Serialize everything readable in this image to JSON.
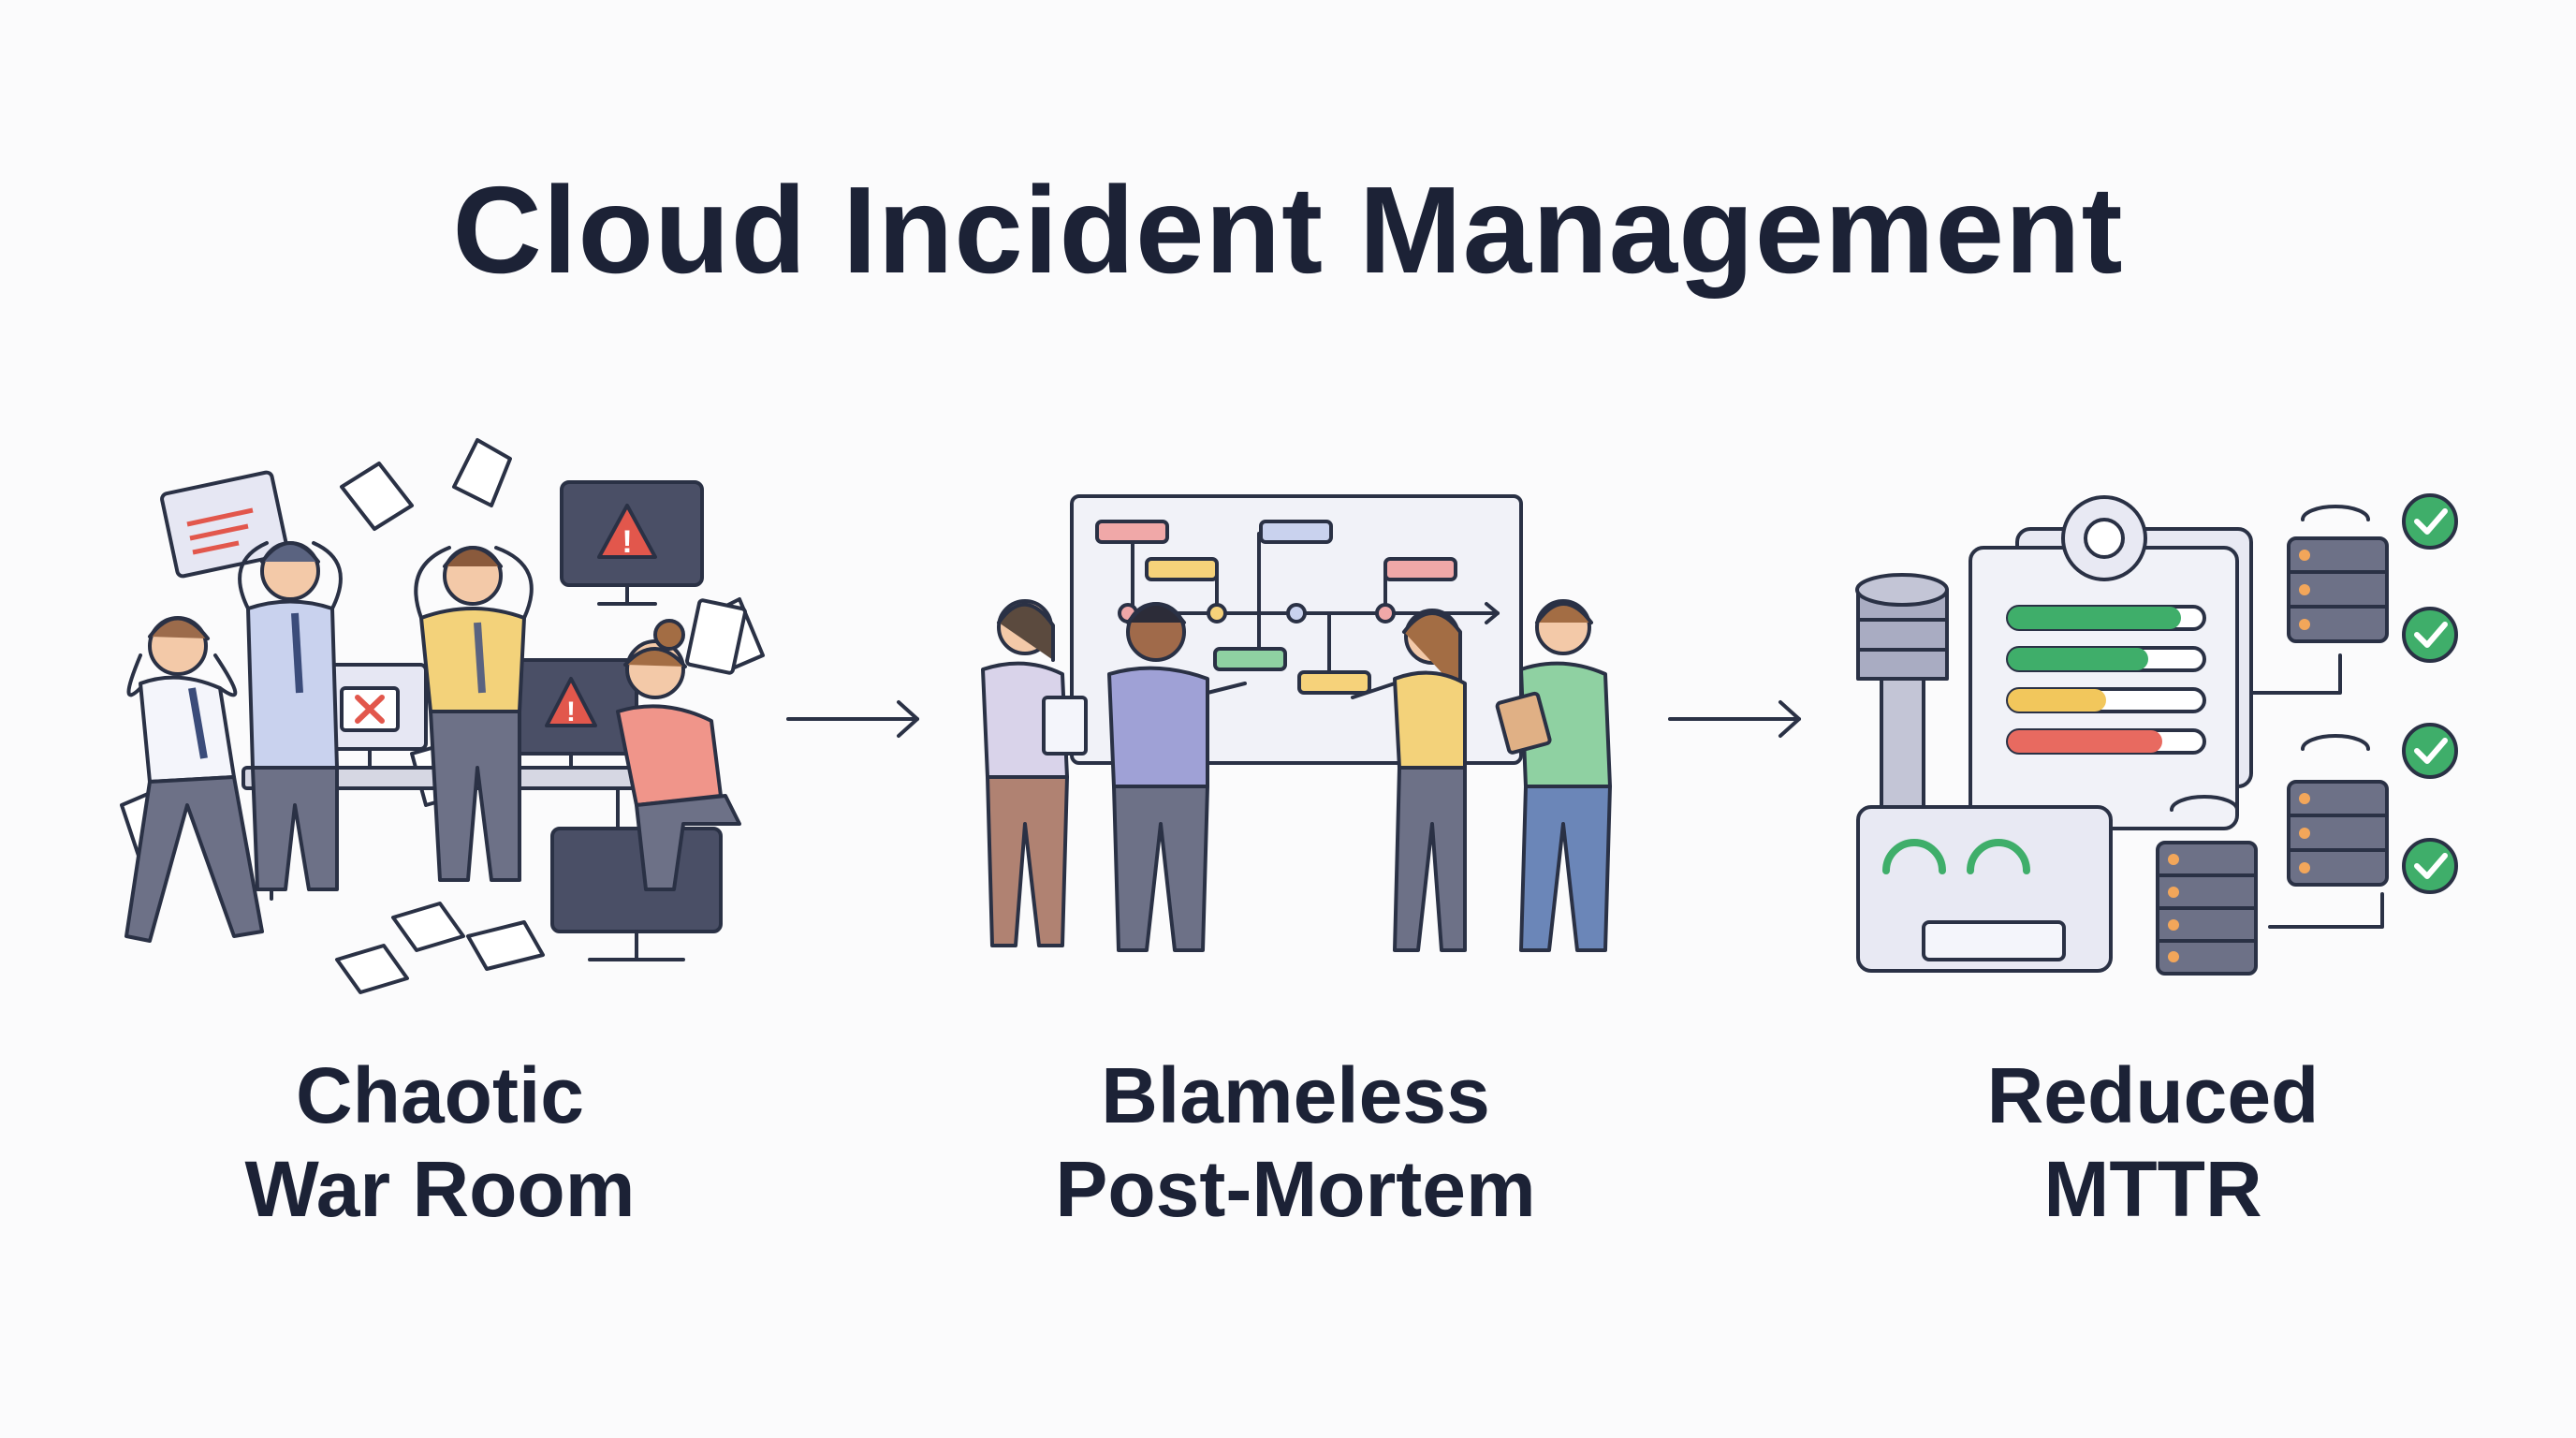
{
  "title": "Cloud Incident Management",
  "stages": [
    {
      "line1": "Chaotic",
      "line2": "War Room",
      "icon": "chaotic-war-room-illustration"
    },
    {
      "line1": "Blameless",
      "line2": "Post-Mortem",
      "icon": "post-mortem-whiteboard-illustration"
    },
    {
      "line1": "Reduced",
      "line2": "MTTR",
      "icon": "recovered-servers-illustration"
    }
  ],
  "colors": {
    "text": "#1c2236",
    "alert_red": "#e2574c",
    "success_green": "#3fae6a",
    "status_yellow": "#f2c75c",
    "panel": "#e8e9f3"
  }
}
